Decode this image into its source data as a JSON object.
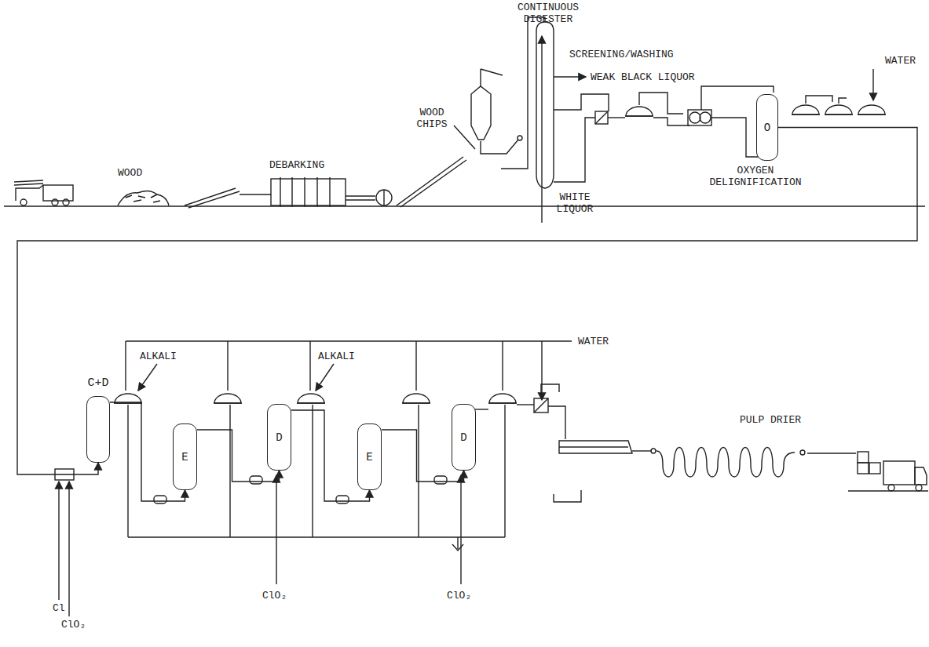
{
  "diagram": {
    "nodes": [
      {
        "text": [
          "O"
        ]
      },
      {
        "text": [
          "C+D"
        ]
      },
      {
        "text": [
          "E"
        ]
      },
      {
        "text": [
          "D"
        ]
      },
      {
        "text": [
          "E"
        ]
      },
      {
        "text": [
          "D"
        ]
      }
    ],
    "edges": [
      {
        "from": 0,
        "to": 1,
        "arrow": "to"
      },
      {
        "from": 1,
        "to": 2,
        "arrow": "to"
      },
      {
        "from": 2,
        "to": 3,
        "arrow": "to"
      },
      {
        "from": 3,
        "to": 4,
        "arrow": "to"
      },
      {
        "from": 4,
        "to": 5,
        "arrow": "to"
      }
    ],
    "labels": [
      "WOOD",
      "DEBARKING",
      "WOOD CHIPS",
      "CONTINUOUS DIGESTER",
      "SCREENING/WASHING",
      "WEAK BLACK LIQUOR",
      "WATER",
      "WHITE LIQUOR",
      "OXYGEN DELIGNIFICATION",
      "ALKALI",
      "ALKALI",
      "WATER",
      "PULP DRIER",
      "Cl",
      "ClO₂",
      "ClO₂",
      "ClO₂"
    ]
  }
}
